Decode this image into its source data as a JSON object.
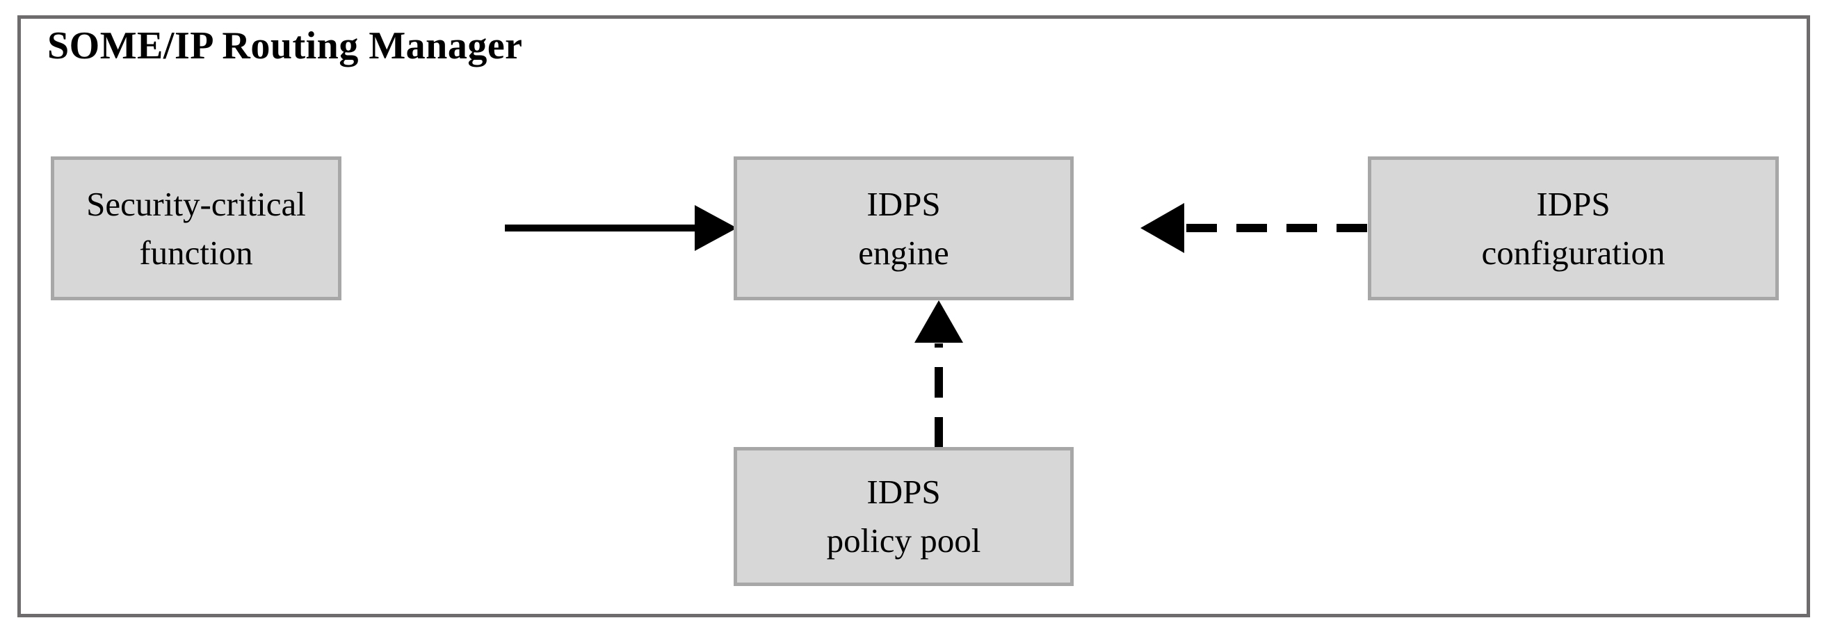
{
  "diagram": {
    "title": "SOME/IP Routing Manager",
    "frame_border_color": "#6e6c6d",
    "node_fill_color": "#d7d7d7",
    "node_border_color": "#a7a7a7",
    "edge_color": "#000000",
    "background_color": "#ffffff",
    "nodes": [
      {
        "id": "security-critical-function",
        "line1": "Security-critical",
        "line2": "function"
      },
      {
        "id": "idps-engine",
        "line1": "IDPS",
        "line2": "engine"
      },
      {
        "id": "idps-configuration",
        "line1": "IDPS",
        "line2": "configuration"
      },
      {
        "id": "idps-policy-pool",
        "line1": "IDPS",
        "line2": "policy pool"
      }
    ],
    "edges": [
      {
        "id": "edge-security-critical-function-to-idps-engine",
        "from": "security-critical-function",
        "to": "idps-engine",
        "style": "solid",
        "direction": "right"
      },
      {
        "id": "edge-idps-configuration-to-idps-engine",
        "from": "idps-configuration",
        "to": "idps-engine",
        "style": "dashed",
        "direction": "left"
      },
      {
        "id": "edge-idps-policy-pool-to-idps-engine",
        "from": "idps-policy-pool",
        "to": "idps-engine",
        "style": "dashed",
        "direction": "up"
      }
    ]
  }
}
